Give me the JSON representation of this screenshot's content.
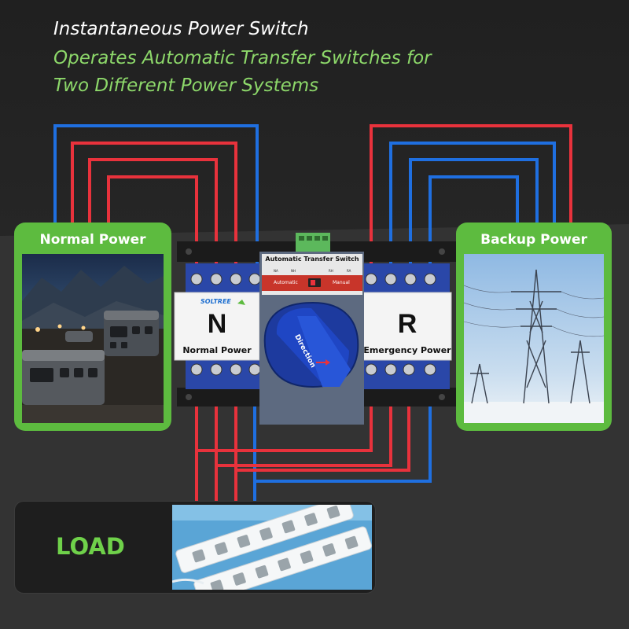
{
  "header": {
    "title": "Instantaneous Power Switch",
    "subtitle_line1": "Operates Automatic Transfer Switches for",
    "subtitle_line2": "Two Different Power Systems"
  },
  "panels": {
    "normal_power": {
      "title": "Normal Power"
    },
    "backup_power": {
      "title": "Backup Power"
    },
    "load": {
      "title": "LOAD"
    }
  },
  "switch": {
    "brand": "SOLTREE",
    "left_module": {
      "letter": "N",
      "label": "Normal Power"
    },
    "right_module": {
      "letter": "R",
      "label": "Emergency Power"
    },
    "control": {
      "title": "Automatic Transfer Switch",
      "tag_na": "NA",
      "tag_nh": "NH",
      "tag_rh": "RH",
      "tag_ra": "RA",
      "mode_auto": "Automatic",
      "mode_manual": "Manual"
    },
    "handle_text": "Direction"
  },
  "colors": {
    "accent_green": "#5dbb3f",
    "title_green": "#8dd86a",
    "load_green": "#6fd14a",
    "wire_red": "#e8323c",
    "wire_blue": "#1f6fe0",
    "switch_blue": "#2a47a8",
    "background": "#262626"
  },
  "icons": {
    "direction_arrow": "arrow-right-icon",
    "brand_logo": "soltree-leaf-icon",
    "mode_toggle": "toggle-switch-icon"
  }
}
